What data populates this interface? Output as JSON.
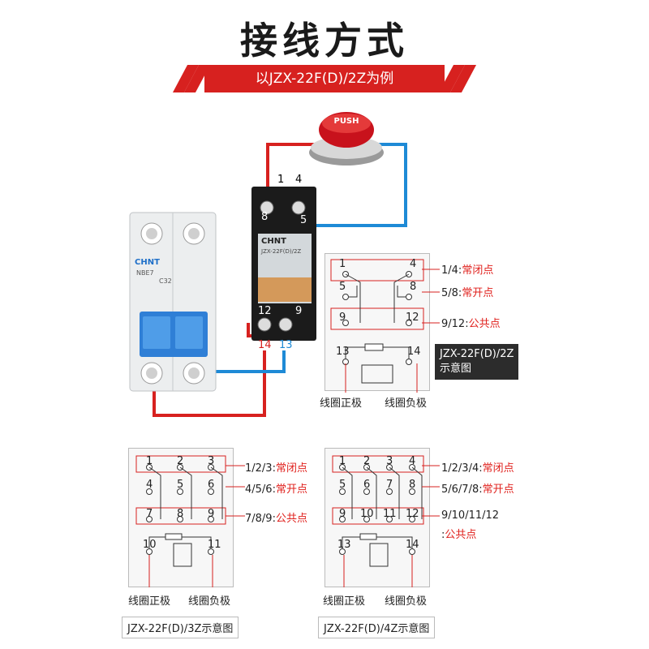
{
  "title": "接线方式",
  "subtitle": "以JZX-22F(D)/2Z为例",
  "button_label": "PUSH",
  "breaker": {
    "brand": "CHNT",
    "model": "NBE7",
    "rating": "C32"
  },
  "relay_top": {
    "brand": "CHNT",
    "model": "JZX-22F(D)/2Z",
    "terminals": [
      "1",
      "4",
      "8",
      "5",
      "12",
      "9",
      "14",
      "13"
    ]
  },
  "diagram_2z": {
    "pins": [
      "1",
      "4",
      "5",
      "8",
      "9",
      "12",
      "13",
      "14"
    ],
    "labels": [
      {
        "num": "1/4:",
        "text": "常闭点"
      },
      {
        "num": "5/8:",
        "text": "常开点"
      },
      {
        "num": "9/12:",
        "text": "公共点"
      }
    ],
    "caption_line1": "JZX-22F(D)/2Z",
    "caption_line2": "示意图",
    "coil_pos": "线圈正极",
    "coil_neg": "线圈负极"
  },
  "diagram_3z": {
    "pins": [
      "1",
      "2",
      "3",
      "4",
      "5",
      "6",
      "7",
      "8",
      "9",
      "10",
      "11"
    ],
    "labels": [
      {
        "num": "1/2/3:",
        "text": "常闭点"
      },
      {
        "num": "4/5/6:",
        "text": "常开点"
      },
      {
        "num": "7/8/9:",
        "text": "公共点"
      }
    ],
    "caption": "JZX-22F(D)/3Z示意图",
    "coil_pos": "线圈正极",
    "coil_neg": "线圈负极"
  },
  "diagram_4z": {
    "pins": [
      "1",
      "2",
      "3",
      "4",
      "5",
      "6",
      "7",
      "8",
      "9",
      "10",
      "11",
      "12",
      "13",
      "14"
    ],
    "labels": [
      {
        "num": "1/2/3/4:",
        "text": "常闭点"
      },
      {
        "num": "5/6/7/8:",
        "text": "常开点"
      },
      {
        "num": "9/10/11/12",
        "text": ""
      },
      {
        "num": ":",
        "text": "公共点"
      }
    ],
    "caption": "JZX-22F(D)/4Z示意图",
    "coil_pos": "线圈正极",
    "coil_neg": "线圈负极"
  },
  "colors": {
    "red": "#d7211f",
    "blue": "#1e8ad6",
    "accent": "#e0201c"
  }
}
